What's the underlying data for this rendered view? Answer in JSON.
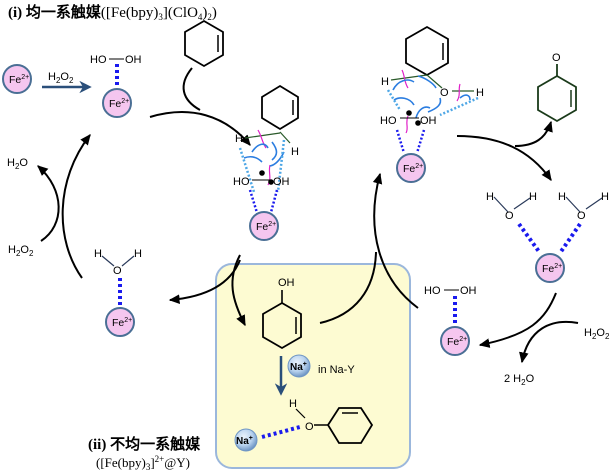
{
  "titles": {
    "homogeneous_prefix": "(i) 均一系触媒",
    "homogeneous_formula": "([Fe(bpy)",
    "homogeneous_formula_sub3": "3",
    "homogeneous_formula_mid": "](ClO",
    "homogeneous_formula_sub4": "4",
    "homogeneous_formula_end": ")",
    "homogeneous_formula_sub2": "2",
    "homogeneous_formula_close": ")",
    "heterogeneous_prefix": "(ii) 不均一系触媒",
    "heterogeneous_formula": "([Fe(bpy)",
    "heterogeneous_formula_sub3": "3",
    "heterogeneous_formula_mid": "]",
    "heterogeneous_formula_sup": "2+",
    "heterogeneous_formula_end": "@Y)"
  },
  "species": {
    "fe_ion": "Fe",
    "fe_charge": "2+",
    "na_ion": "Na",
    "na_charge": "+",
    "hydroxyl_left": "HO",
    "hydroxyl_right": "OH",
    "oh_label": "OH",
    "hydrogen": "H",
    "oxygen": "O"
  },
  "reagents": {
    "h2o2_H": "H",
    "h2o2_sub2a": "2",
    "h2o2_O": "O",
    "h2o2_sub2b": "2",
    "h2o_H": "H",
    "h2o_sub2": "2",
    "h2o_O": "O",
    "two_h2o_prefix": "2 H",
    "two_h2o_sub": "2",
    "two_h2o_O": "O"
  },
  "zeolite": {
    "label": "in Na-Y"
  },
  "colors": {
    "fe_fill": "#f5c6ef",
    "fe_stroke": "#4a6f95",
    "na_fill": "#b8d2ee",
    "bond_dotted": "#1a1aee",
    "h_bond_light": "#4ea7e6",
    "curly_arrow": "#2b7de0",
    "cleave_mark": "#e020c8",
    "product_ring": "#1a3a1a",
    "reaction_arrow": "#2a4f7a",
    "zeolite_fill": "#fdfbd2",
    "zeolite_stroke": "#9bb7dc"
  }
}
